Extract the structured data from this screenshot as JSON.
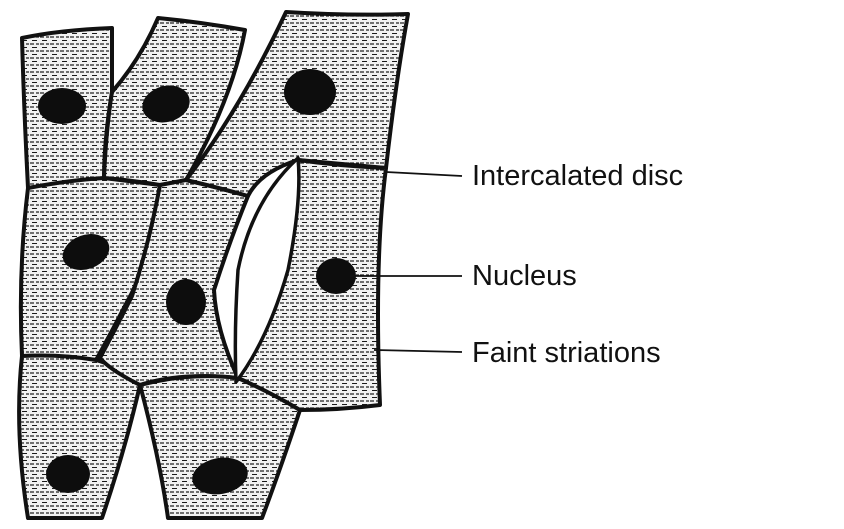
{
  "diagram": {
    "labels": {
      "intercalated_disc": "Intercalated disc",
      "nucleus": "Nucleus",
      "faint_striations": "Faint striations"
    },
    "colors": {
      "ink": "#111111",
      "cytoplasm": "#f2f2f2",
      "nucleus": "#0d0d0d",
      "background": "#ffffff"
    }
  }
}
